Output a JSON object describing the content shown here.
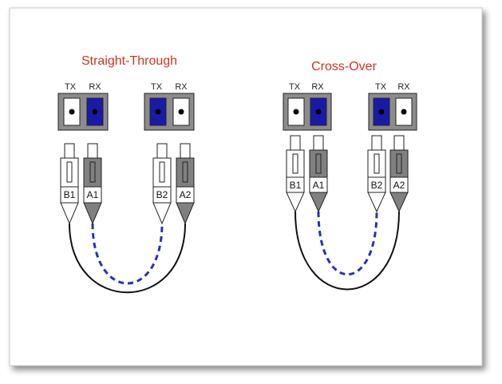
{
  "colors": {
    "title": "#d0331f",
    "port_blue": "#1a1aa8",
    "port_gray": "#8c8c8c",
    "cable_blue": "#2233bb",
    "cable_black": "#111111",
    "connector_gray": "#808080"
  },
  "diagrams": [
    {
      "id": "straight",
      "title": "Straight-Through",
      "ports": [
        {
          "tx": "TX",
          "rx": "RX"
        },
        {
          "tx": "TX",
          "rx": "RX"
        }
      ],
      "connectors": [
        "B1",
        "A1",
        "B2",
        "A2"
      ]
    },
    {
      "id": "cross",
      "title": "Cross-Over",
      "ports": [
        {
          "tx": "TX",
          "rx": "RX"
        },
        {
          "tx": "TX",
          "rx": "RX"
        }
      ],
      "connectors": [
        "B1",
        "A1",
        "B2",
        "A2"
      ]
    }
  ]
}
